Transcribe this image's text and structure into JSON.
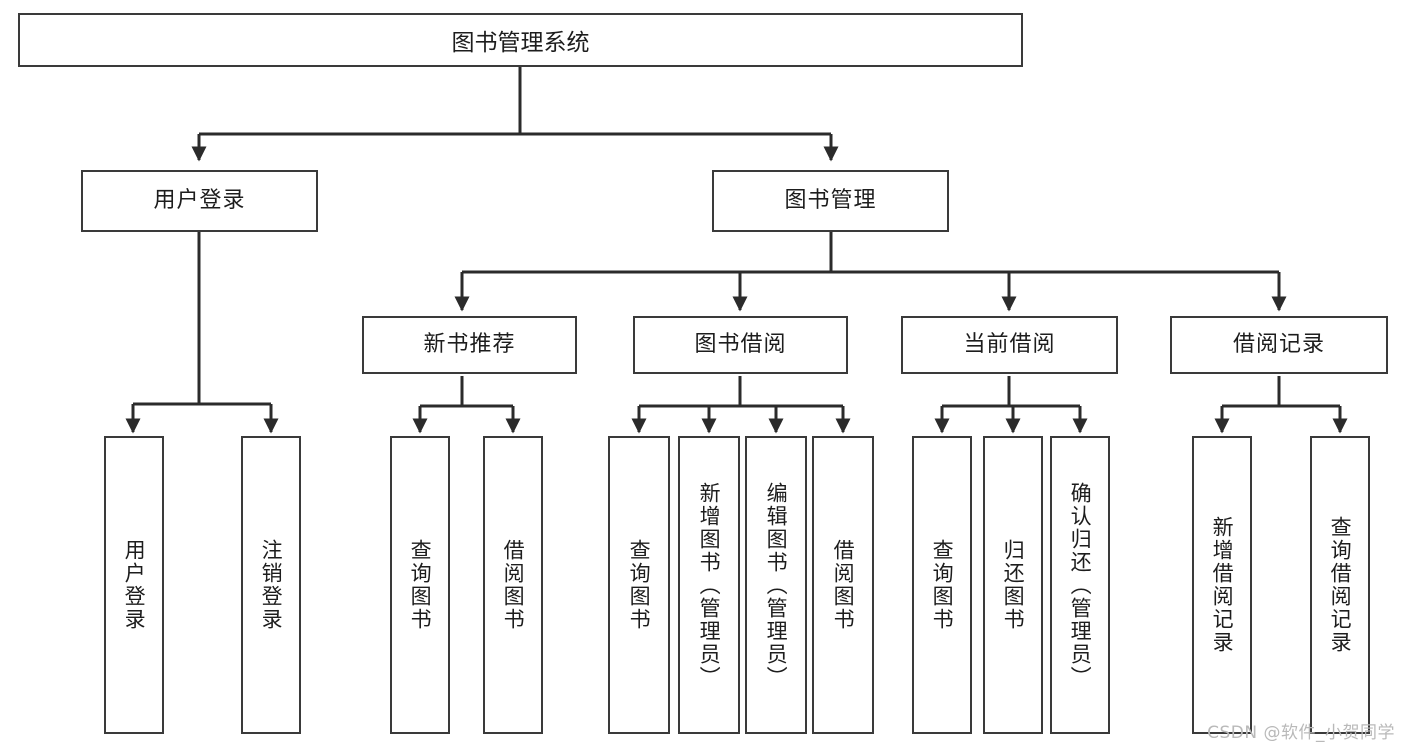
{
  "diagram": {
    "title": "图书管理系统",
    "style": {
      "box_border": "#3a3a3a",
      "box_fill": "#ffffff",
      "line": "#2b2b2b",
      "text": "#1d1d1d",
      "background": "#ffffff",
      "watermark_color": "#b9b9b9"
    },
    "root": {
      "label": "图书管理系统"
    },
    "level2": [
      {
        "label": "用户登录"
      },
      {
        "label": "图书管理"
      }
    ],
    "level3": [
      {
        "label": "新书推荐"
      },
      {
        "label": "图书借阅"
      },
      {
        "label": "当前借阅"
      },
      {
        "label": "借阅记录"
      }
    ],
    "leaves": {
      "user_login": [
        {
          "label": "用户登录"
        },
        {
          "label": "注销登录"
        }
      ],
      "new_book_recommend": [
        {
          "label": "查询图书"
        },
        {
          "label": "借阅图书"
        }
      ],
      "book_borrow": [
        {
          "label": "查询图书"
        },
        {
          "label": "新增图书（管理员）"
        },
        {
          "label": "编辑图书（管理员）"
        },
        {
          "label": "借阅图书"
        }
      ],
      "current_borrow": [
        {
          "label": "查询图书"
        },
        {
          "label": "归还图书"
        },
        {
          "label": "确认归还（管理员）"
        }
      ],
      "borrow_record": [
        {
          "label": "新增借阅记录"
        },
        {
          "label": "查询借阅记录"
        }
      ]
    }
  },
  "watermark": {
    "text": "CSDN @软件_小贺同学"
  }
}
